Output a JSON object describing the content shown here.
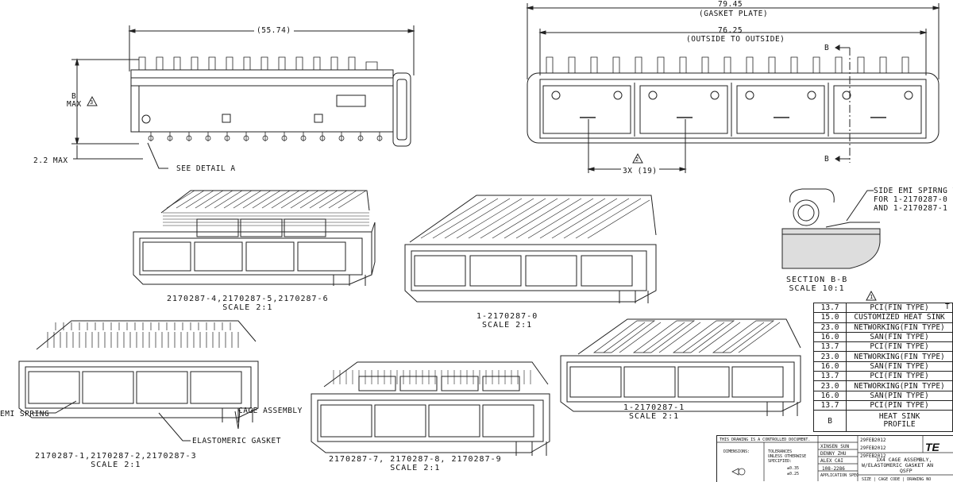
{
  "dimensions": {
    "length": "(55.74)",
    "height_b": "B",
    "height_max": "MAX",
    "callout_3": "3",
    "min_gap": "2.2 MAX",
    "gasket_width": "79.45",
    "gasket_label": "(GASKET PLATE)",
    "outside_width": "76.25",
    "outside_label": "(OUTSIDE TO OUTSIDE)",
    "pitch": "3X (19)",
    "callout_2": "2",
    "section_b_top": "B",
    "section_b_bottom": "B"
  },
  "labels": {
    "see_detail": "SEE DETAIL  A",
    "side_emi_line1": "SIDE EMI SPIRNG V",
    "side_emi_line2": "FOR 1-2170287-0",
    "side_emi_line3": "AND 1-2170287-1",
    "section_name": "SECTION  B-B",
    "section_scale": "SCALE  10:1",
    "emi_spring": "EMI SPRING",
    "cage_assembly": "CAGE ASSEMBLY",
    "elastomeric_gasket": "ELASTOMERIC GASKET"
  },
  "captions": {
    "iso1_parts": "2170287-4,2170287-5,2170287-6",
    "iso1_scale": "SCALE  2:1",
    "iso2_parts": "1-2170287-0",
    "iso2_scale": "SCALE  2:1",
    "iso3_parts": "2170287-1,2170287-2,2170287-3",
    "iso3_scale": "SCALE  2:1",
    "iso4_parts": "2170287-7, 2170287-8, 2170287-9",
    "iso4_scale": "SCALE  2:1",
    "iso5_parts": "1-2170287-1",
    "iso5_scale": "SCALE  2:1"
  },
  "heat_sink_table": {
    "note_callout": "1",
    "rows": [
      {
        "value": "13.7",
        "desc": "PCI(FIN TYPE)"
      },
      {
        "value": "15.0",
        "desc": "CUSTOMIZED HEAT SINK"
      },
      {
        "value": "23.0",
        "desc": "NETWORKING(FIN TYPE)"
      },
      {
        "value": "16.0",
        "desc": "SAN(FIN TYPE)"
      },
      {
        "value": "13.7",
        "desc": "PCI(FIN TYPE)"
      },
      {
        "value": "23.0",
        "desc": "NETWORKING(FIN TYPE)"
      },
      {
        "value": "16.0",
        "desc": "SAN(FIN TYPE)"
      },
      {
        "value": "13.7",
        "desc": "PCI(FIN TYPE)"
      },
      {
        "value": "23.0",
        "desc": "NETWORKING(PIN TYPE)"
      },
      {
        "value": "16.0",
        "desc": "SAN(PIN TYPE)"
      },
      {
        "value": "13.7",
        "desc": "PCI(PIN TYPE)"
      }
    ],
    "footer_key": "B",
    "footer_line1": "HEAT SINK",
    "footer_line2": "PROFILE",
    "side_tab": "T"
  },
  "title_block": {
    "controlled": "THIS DRAWING IS A CONTROLLED DOCUMENT.",
    "dimensions_hdr": "DIMENSIONS:",
    "tolerances_hdr": "TOLERANCES UNLESS OTHERWISE SPECIFIED:",
    "drawn_by": "XINSEN SUN",
    "drawn_date": "29FEB2012",
    "checked_by": "DENNY ZHU",
    "checked_date": "29FEB2012",
    "appr_by": "ALEX CAI",
    "appr_date": "29FEB2012",
    "tol_1": "±0.35",
    "tol_2": "±0.25",
    "product_spec": "108-2286",
    "app_spec_hdr": "APPLICATION SPEC",
    "brand": "TE",
    "title_line1": "1X4 CAGE ASSEMBLY,",
    "title_line2": "W/ELASTOMERIC GASKET AN",
    "title_line3": "QSFP",
    "size_hdr": "SIZE | CAGE CODE | DRAWING NO"
  }
}
